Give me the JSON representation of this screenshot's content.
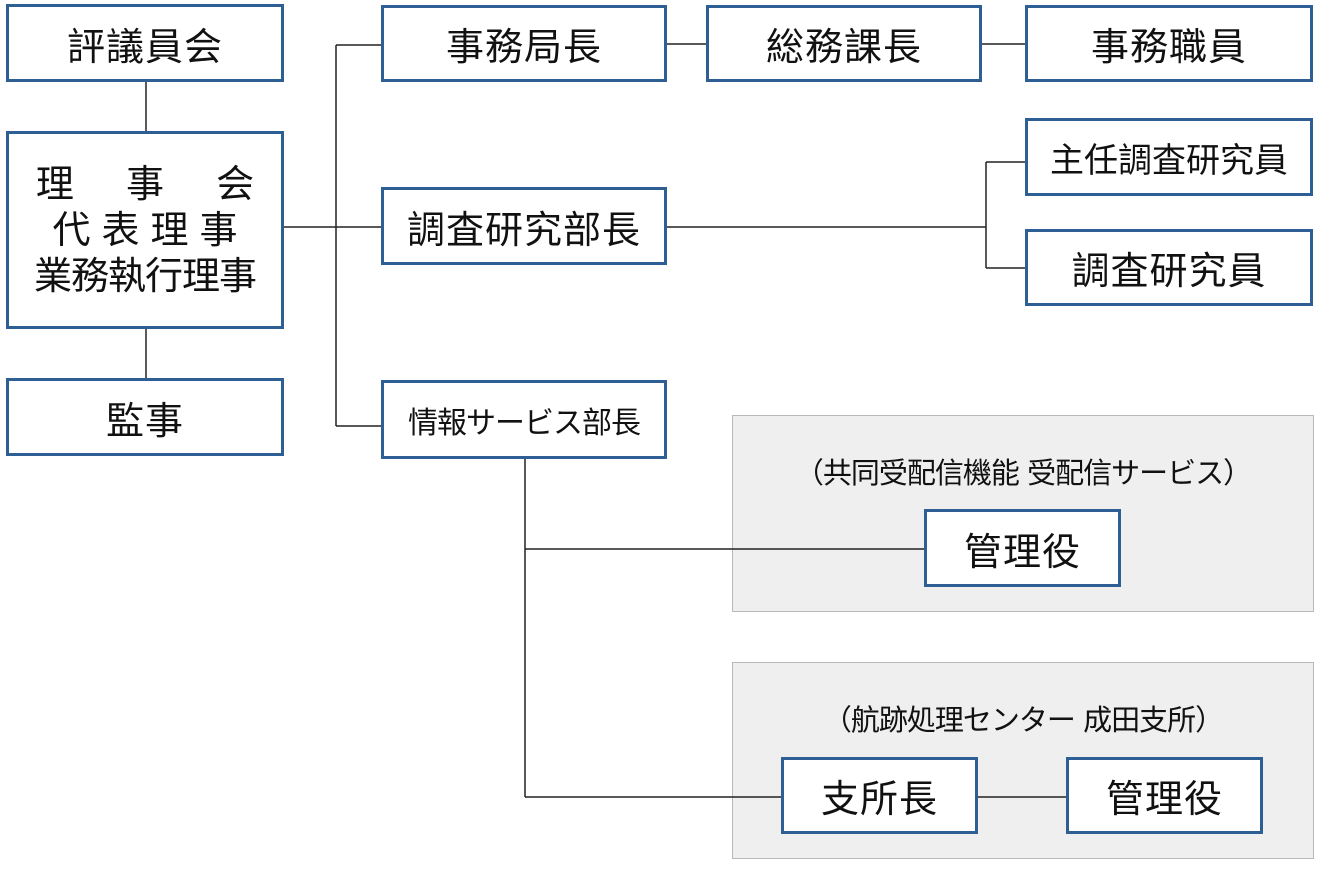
{
  "org_chart": {
    "council": "評議員会",
    "board": {
      "line1": "理 事 会",
      "line2": "代表理事",
      "line3": "業務執行理事"
    },
    "auditor": "監事",
    "secretariat": {
      "director": "事務局長",
      "general_affairs_chief": "総務課長",
      "staff": "事務職員"
    },
    "research": {
      "director": "調査研究部長",
      "chief_researcher": "主任調査研究員",
      "researcher": "調査研究員"
    },
    "info_services": {
      "director": "情報サービス部長",
      "shared_delivery_group": {
        "label": "（共同受配信機能 受配信サービス）",
        "manager": "管理役"
      },
      "track_center_group": {
        "label": "（航跡処理センター 成田支所）",
        "branch_manager": "支所長",
        "manager": "管理役"
      }
    }
  },
  "colors": {
    "box_border": "#2e5f94",
    "connector": "#222222",
    "group_background": "#efefef",
    "group_border": "#b9b9b9"
  }
}
